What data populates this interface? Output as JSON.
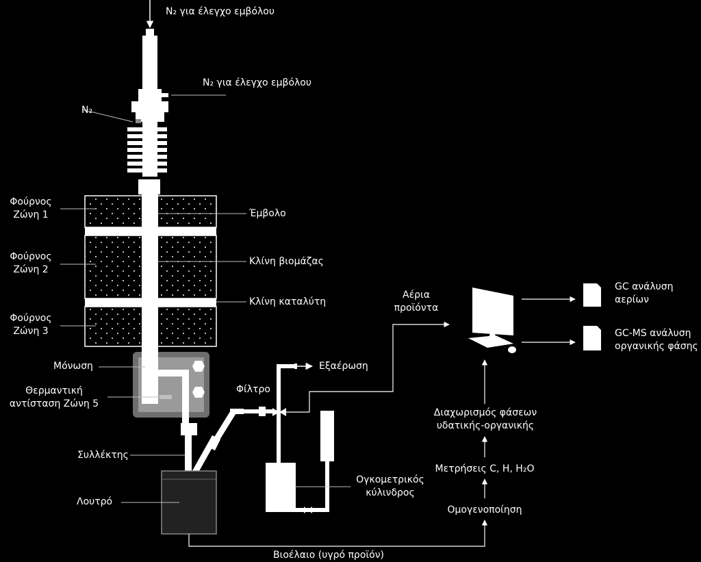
{
  "colors": {
    "background": "#000000",
    "foreground": "#ffffff",
    "line": "#bfbfbf",
    "insulation": "#7f7f7f"
  },
  "labels": {
    "n2_piston_top": "N₂ για έλεγχο εμβόλου",
    "n2_piston_side": "N₂ για έλεγχο εμβόλου",
    "n2": "N₂",
    "oven_zone1": [
      "Φούρνος",
      "Ζώνη 1"
    ],
    "oven_zone2": [
      "Φούρνος",
      "Ζώνη 2"
    ],
    "oven_zone3": [
      "Φούρνος",
      "Ζώνη 3"
    ],
    "piston": "Έμβολο",
    "biomass_bed": "Κλίνη βιομάζας",
    "catalyst_bed": "Κλίνη καταλύτη",
    "insulation": "Μόνωση",
    "heater": [
      "Θερμαντική",
      "αντίσταση Ζώνη 5"
    ],
    "collector": "Συλλέκτης",
    "bath": "Λουτρό",
    "filter": "Φίλτρο",
    "vent": "Εξαέρωση",
    "gas_products": [
      "Αέρια",
      "προϊόντα"
    ],
    "volumetric_cylinder": [
      "Ογκομετρικός",
      "κύλινδρος"
    ],
    "gc_gas": [
      "GC ανάλυση",
      "αερίων"
    ],
    "gcms_organic": [
      "GC-MS ανάλυση",
      "οργανικής φάσης"
    ],
    "phase_separation": [
      "Διαχωρισμός φάσεων",
      "υδατικής-οργανικής"
    ],
    "measurements": "Μετρήσεις C, H, H₂O",
    "homogenization": "Ομογενοποίηση",
    "biooil": "Βιοέλαιο (υγρό προϊόν)"
  },
  "icons": [
    "computer-icon",
    "keyboard-icon",
    "mouse-icon",
    "document-icon"
  ]
}
